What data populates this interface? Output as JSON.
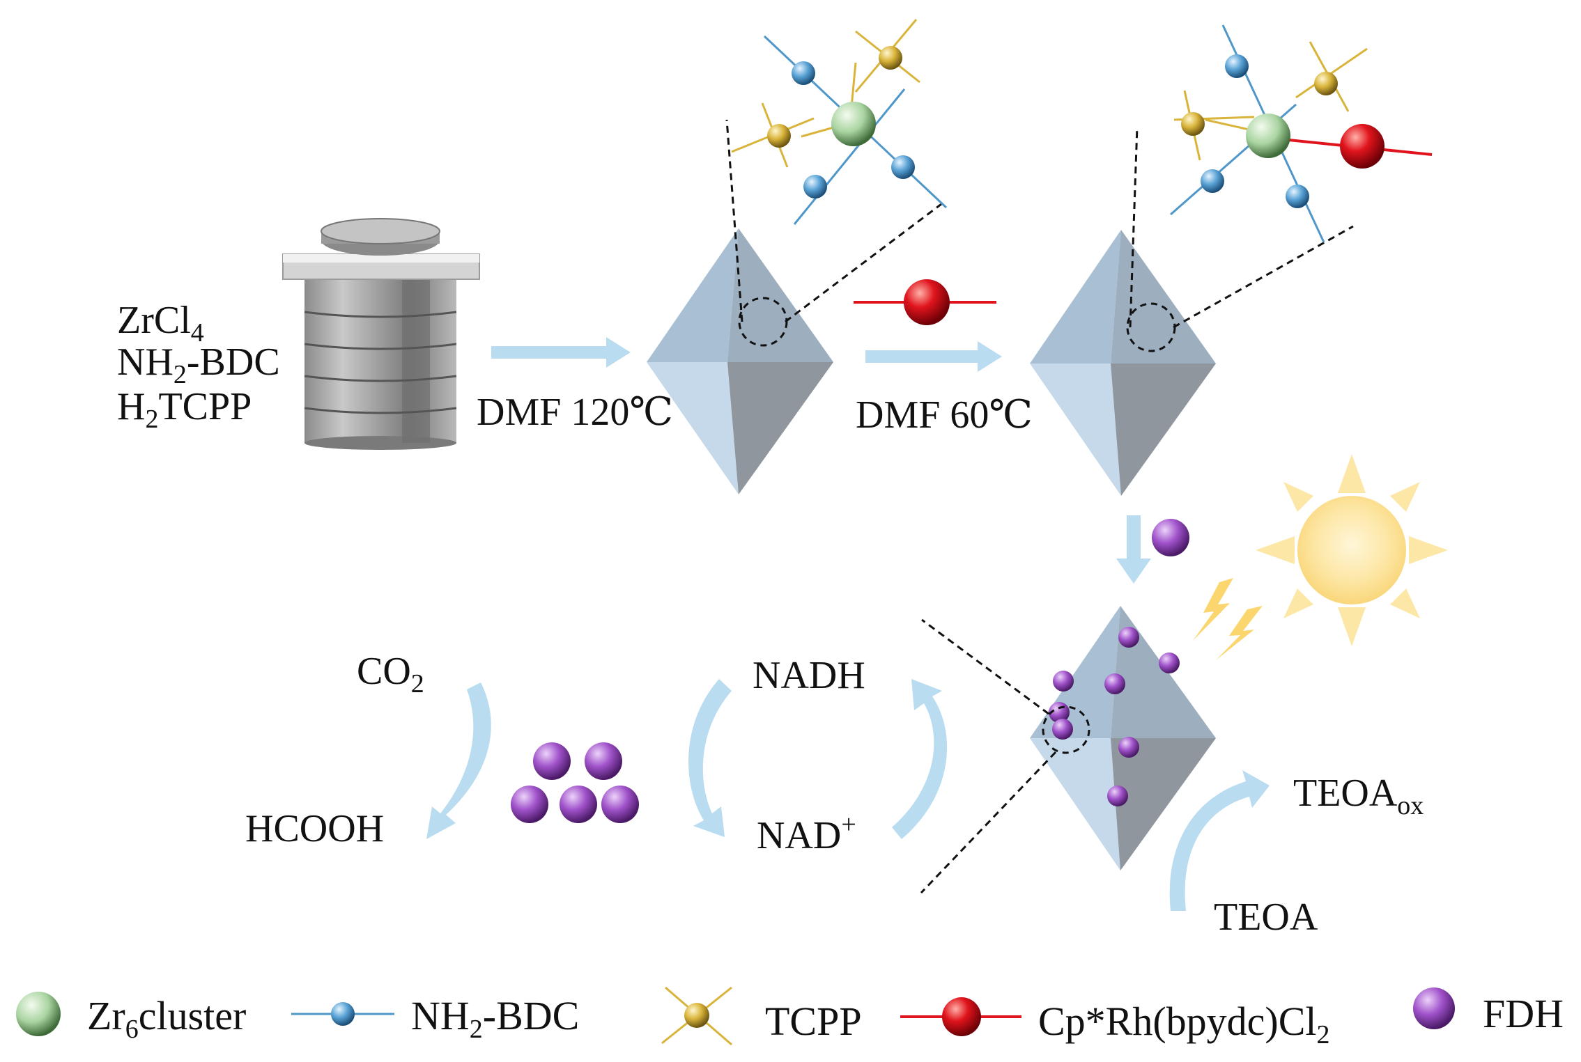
{
  "reagents": {
    "line1": {
      "main": "ZrCl",
      "sub": "4"
    },
    "line2": {
      "main": "NH",
      "sub": "2",
      "rest": "-BDC"
    },
    "line3": {
      "main": "H",
      "sub": "2",
      "rest": "TCPP"
    }
  },
  "steps": {
    "step1": "DMF 120℃",
    "step2": "DMF 60℃"
  },
  "cycle": {
    "co2": {
      "main": "CO",
      "sub": "2"
    },
    "hcooh": "HCOOH",
    "nadh": "NADH",
    "nad": {
      "main": "NAD",
      "sup": "+"
    },
    "teoa": "TEOA",
    "teoa_ox": {
      "main": "TEOA",
      "sub": "ox"
    }
  },
  "legend": {
    "zr6": {
      "main": "Zr",
      "sub": "6",
      "rest": "cluster"
    },
    "nh2bdc": {
      "main": "NH",
      "sub": "2",
      "rest": "-BDC"
    },
    "tcpp": "TCPP",
    "rh": {
      "main": "Cp*Rh(bpydc)Cl",
      "sub": "2"
    },
    "fdh": "FDH"
  },
  "colors": {
    "arrow_blue": "#b9dcf0",
    "octa_light": "#a9bfd4",
    "octa_dark": "#8f969d",
    "zr_green": "#a9d4a1",
    "bdc_blue": "#4f97c9",
    "tcpp_gold": "#d9b43a",
    "rh_red": "#e0141c",
    "fdh_purple": "#9b4fc4",
    "sun_yellow": "#fbe39d"
  }
}
